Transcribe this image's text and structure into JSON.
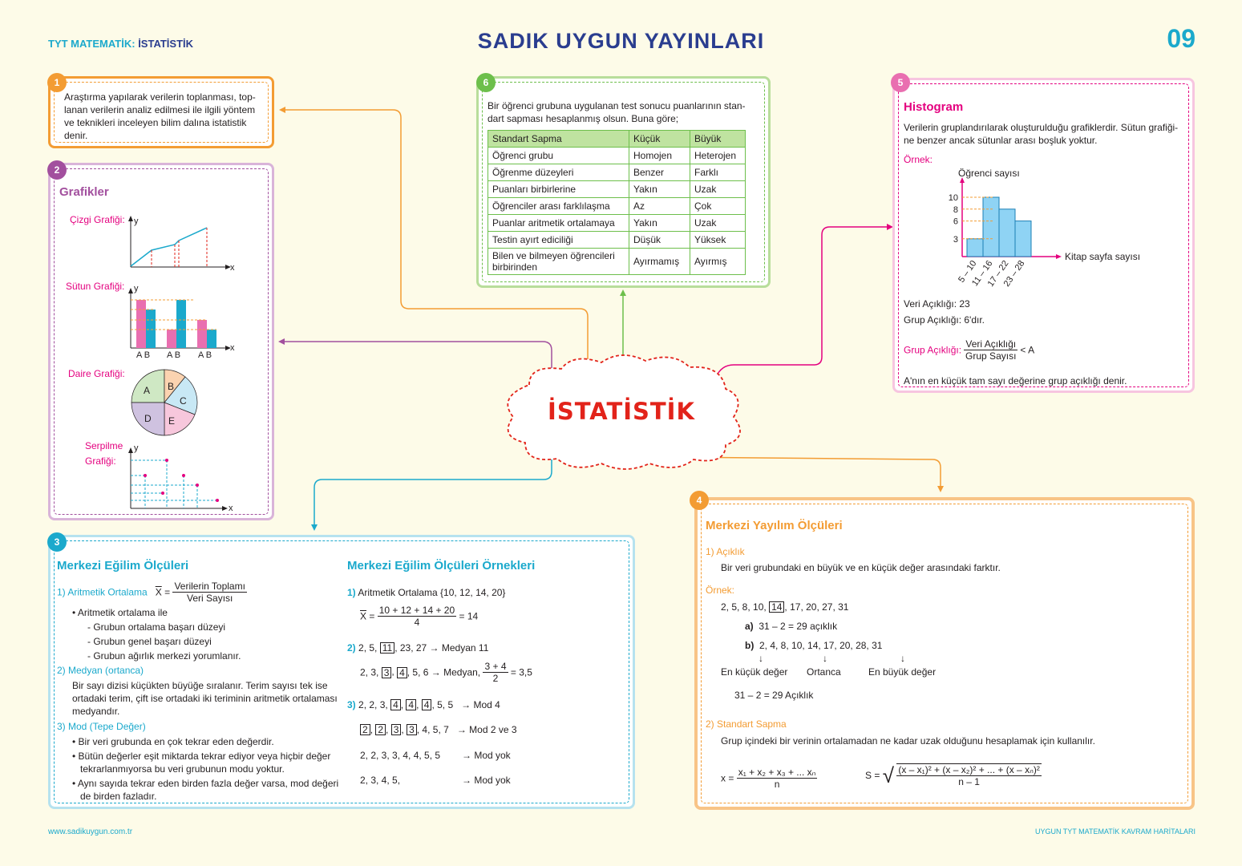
{
  "header": {
    "left_prefix": "TYT MATEMATİK:",
    "left_topic": "İSTATİSTİK",
    "title": "SADIK  UYGUN  YAYINLARI",
    "page_number": "09"
  },
  "footer": {
    "left": "www.sadikuygun.com.tr",
    "right": "UYGUN TYT MATEMATİK KAVRAM HARİTALARI"
  },
  "center": {
    "title": "İSTATİSTİK"
  },
  "colors": {
    "orange": "#f39c33",
    "purple": "#a24f9e",
    "cyan": "#1ba9cc",
    "green": "#6dbf4b",
    "pink": "#e96fb0",
    "red": "#e2231a"
  },
  "box1": {
    "badge": "1",
    "lines": [
      "Araştırma yapılarak verilerin toplanması, top-",
      "lanan verilerin analiz edilmesi ile ilgili yöntem",
      "ve teknikleri inceleyen bilim dalına istatistik",
      "denir."
    ]
  },
  "box2": {
    "badge": "2",
    "title": "Grafikler",
    "line_label": "Çizgi Grafiği:",
    "bar_label": "Sütun Grafiği:",
    "pie_label": "Daire Grafiği:",
    "scatter_label1": "Serpilme",
    "scatter_label2": "Grafiği:",
    "axis_x": "x",
    "axis_y": "y",
    "bar_cats": [
      "A B",
      "A B",
      "A B"
    ],
    "pie_slices": [
      "A",
      "B",
      "C",
      "D",
      "E"
    ]
  },
  "box6": {
    "badge": "6",
    "lines": [
      "Bir öğrenci grubuna uygulanan test sonucu puanlarının stan-",
      "dart sapması hesaplanmış olsun. Buna göre;"
    ],
    "table": {
      "headers": [
        "Standart Sapma",
        "Küçük",
        "Büyük"
      ],
      "rows": [
        [
          "Öğrenci grubu",
          "Homojen",
          "Heterojen"
        ],
        [
          "Öğrenme düzeyleri",
          "Benzer",
          "Farklı"
        ],
        [
          "Puanları birbirlerine",
          "Yakın",
          "Uzak"
        ],
        [
          "Öğrenciler arası farklılaşma",
          "Az",
          "Çok"
        ],
        [
          "Puanlar aritmetik ortalamaya",
          "Yakın",
          "Uzak"
        ],
        [
          "Testin ayırt ediciliği",
          "Düşük",
          "Yüksek"
        ],
        [
          "Bilen ve bilmeyen öğrencileri birbirinden",
          "Ayırmamış",
          "Ayırmış"
        ]
      ]
    }
  },
  "box5": {
    "badge": "5",
    "title": "Histogram",
    "lines": [
      "Verilerin gruplandırılarak oluşturulduğu grafiklerdir. Sütun grafiği-",
      "ne benzer ancak sütunlar arası boşluk yoktur."
    ],
    "example": "Örnek:",
    "y_label": "Öğrenci sayısı",
    "x_label": "Kitap sayfa sayısı",
    "range_text": "Veri Açıklığı: 23",
    "group_text": "Grup Açıklığı: 6'dır.",
    "formula_label": "Grup Açıklığı:",
    "formula_num": "Veri Açıklığı",
    "formula_den": "Grup Sayısı",
    "formula_rel": "< A",
    "last_line": "A'nın en küçük tam sayı değerine grup açıklığı denir."
  },
  "chart_data": {
    "type": "bar",
    "categories": [
      "5 – 10",
      "11 – 16",
      "17 – 22",
      "23 – 28"
    ],
    "values": [
      3,
      10,
      8,
      6
    ],
    "ylabel": "Öğrenci sayısı",
    "xlabel": "Kitap sayfa sayısı",
    "yticks": [
      3,
      6,
      8,
      10
    ]
  },
  "box3": {
    "badge": "3",
    "title": "Merkezi Eğilim Ölçüleri",
    "item1": "1)  Aritmetik Ortalama",
    "x_bar": "X",
    "eq": "=",
    "frac_num": "Verilerin Toplamı",
    "frac_den": "Veri Sayısı",
    "bullets1": [
      "•  Aritmetik ortalama ile",
      "- Grubun ortalama başarı düzeyi",
      "- Grubun genel başarı düzeyi",
      "- Grubun ağırlık merkezi yorumlanır."
    ],
    "item2": "2)  Medyan (ortanca)",
    "item2_lines": [
      "Bir sayı dizisi küçükten büyüğe sıralanır. Terim sayısı tek ise",
      "ortadaki terim, çift ise ortadaki iki teriminin aritmetik ortalaması",
      "medyandır."
    ],
    "item3": "3)  Mod (Tepe Değer)",
    "item3_lines": [
      "•  Bir veri grubunda en çok tekrar eden değerdir.",
      "•  Bütün değerler eşit miktarda tekrar ediyor veya hiçbir değer",
      "tekrarlanmıyorsa bu veri grubunun modu yoktur.",
      "•  Aynı sayıda tekrar eden birden fazla değer varsa, mod değeri",
      "de birden fazladır."
    ],
    "ex_title": "Merkezi Eğilim Ölçüleri Örnekleri",
    "ex1_num": "1)",
    "ex1": "Aritmetik Ortalama {10, 12, 14, 20}",
    "ex1_num_frac": "10 + 12 + 14 + 20",
    "ex1_den": "4",
    "ex1_res": "= 14",
    "ex2_num": "2)",
    "ex2a_pre": "2, 5,",
    "ex2a_box": "11",
    "ex2a_post": ", 23, 27 → Medyan 11",
    "ex2b_pre": "2, 3,",
    "ex2b_box1": "3",
    "ex2b_box2": "4",
    "ex2b_post": ", 5, 6 → Medyan,",
    "ex2b_num": "3 + 4",
    "ex2b_den": "2",
    "ex2b_res": "= 3,5",
    "ex3_num": "3)",
    "ex3a_pre": "2, 2, 3,",
    "ex3a_box": "4",
    "ex3a_post": ", 5, 5",
    "ex3a_res": "→ Mod 4",
    "ex3b_box1": "2",
    "ex3b_box2": "3",
    "ex3b_post": ", 4, 5, 7",
    "ex3b_res": "→ Mod 2 ve 3",
    "ex3c": "2, 2, 3, 3, 4, 4, 5, 5",
    "ex3c_res": "→ Mod yok",
    "ex3d": "2, 3, 4, 5,",
    "ex3d_res": "→ Mod yok"
  },
  "box4": {
    "badge": "4",
    "title": "Merkezi Yayılım Ölçüleri",
    "item1": "1)   Açıklık",
    "item1_text": "Bir veri grubundaki en büyük ve en küçük değer arasındaki farktır.",
    "example": "Örnek:",
    "seq_pre": "2, 5, 8, 10,",
    "seq_box": "14",
    "seq_post": ", 17, 20, 27, 31",
    "a_label": "a)",
    "a_text": "31 – 2 = 29 açıklık",
    "b_label": "b)",
    "b_text": "2,  4,  8,  10,  14,  17,  20,  28,  31",
    "min_label": "En küçük değer",
    "median_label": "Ortanca",
    "max_label": "En büyük değer",
    "arrow": "↓",
    "calc": "31 – 2 = 29  Açıklık",
    "item2": "2)   Standart Sapma",
    "item2_text": "Grup içindeki bir verinin ortalamadan ne kadar uzak olduğunu hesaplamak için kullanılır.",
    "mean_lhs": "x =",
    "mean_num": "x₁ + x₂ + x₃ + ... xₙ",
    "mean_den": "n",
    "sd_lhs": "S =",
    "sd_num": "(x – x₁)² + (x – x₂)² + ... + (x – xₙ)²",
    "sd_den": "n – 1"
  }
}
